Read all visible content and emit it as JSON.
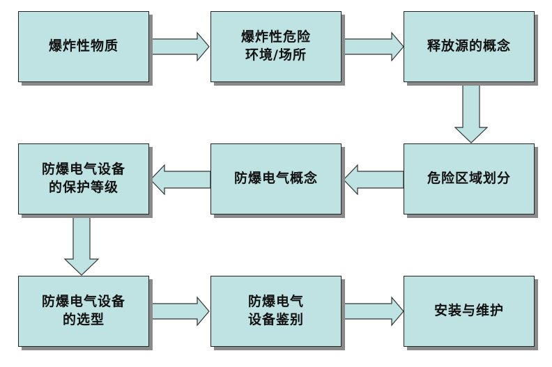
{
  "boxes": {
    "b1": "爆炸性物质",
    "b2": "爆炸性危险\n环境/场所",
    "b3": "释放源的概念",
    "b4": "危险区域划分",
    "b5": "防爆电气概念",
    "b6": "防爆电气设备\n的保护等级",
    "b7": "防爆电气设备\n的选型",
    "b8": "防爆电气\n设备鉴别",
    "b9": "安装与维护"
  },
  "colors": {
    "box_fill": "#bfe2e2",
    "border": "#222222",
    "shadow": "#8a8a8a"
  }
}
